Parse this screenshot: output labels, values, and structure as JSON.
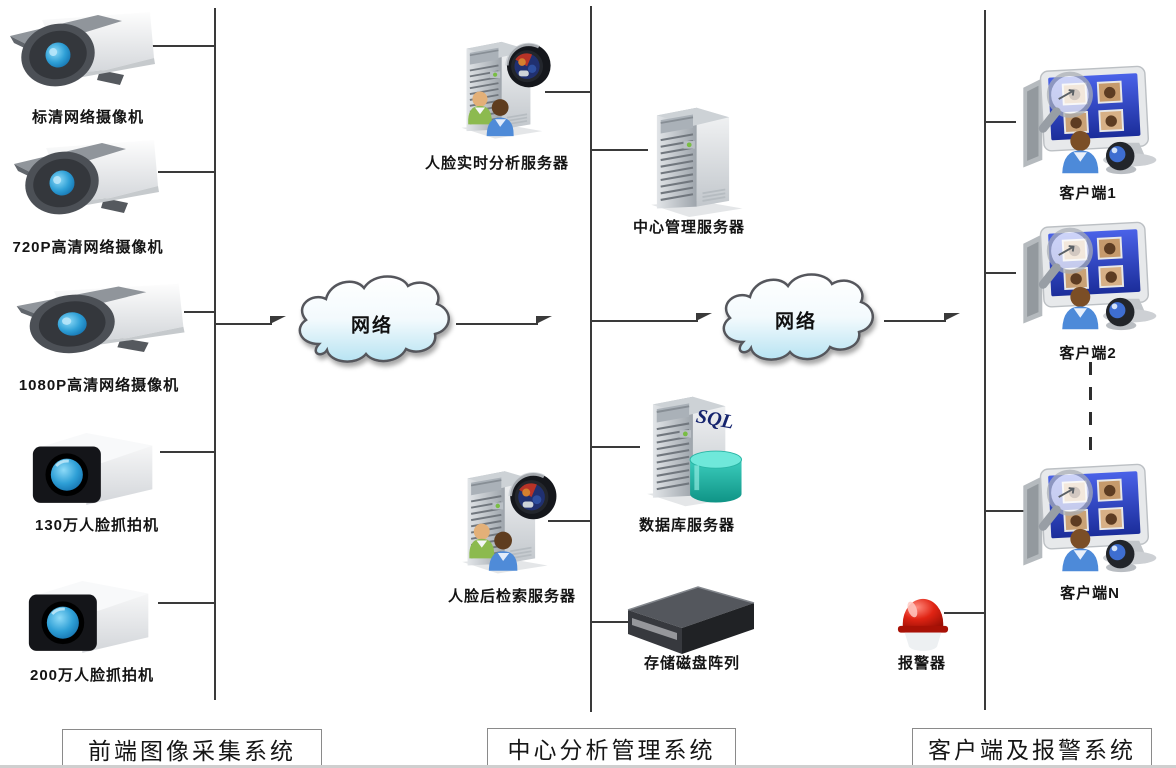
{
  "clouds": [
    {
      "label": "网络"
    },
    {
      "label": "网络"
    }
  ],
  "sections": [
    {
      "title": "前端图像采集系统",
      "devices": [
        {
          "label": "标清网络摄像机",
          "type": "bullet-camera"
        },
        {
          "label": "720P高清网络摄像机",
          "type": "bullet-camera"
        },
        {
          "label": "1080P高清网络摄像机",
          "type": "bullet-camera"
        },
        {
          "label": "130万人脸抓拍机",
          "type": "box-camera"
        },
        {
          "label": "200万人脸抓拍机",
          "type": "box-camera"
        }
      ]
    },
    {
      "title": "中心分析管理系统",
      "devices": [
        {
          "label": "人脸实时分析服务器",
          "type": "face-analysis-server"
        },
        {
          "label": "中心管理服务器",
          "type": "tower-server"
        },
        {
          "label": "数据库服务器",
          "type": "sql-database-server",
          "badge": "SQL"
        },
        {
          "label": "人脸后检索服务器",
          "type": "face-search-server"
        },
        {
          "label": "存储磁盘阵列",
          "type": "disk-array"
        }
      ]
    },
    {
      "title": "客户端及报警系统",
      "devices": [
        {
          "label": "客户端1",
          "type": "client-workstation"
        },
        {
          "label": "客户端2",
          "type": "client-workstation"
        },
        {
          "label": "客户端N",
          "type": "client-workstation"
        },
        {
          "label": "报警器",
          "type": "alarm-siren"
        }
      ]
    }
  ],
  "colors": {
    "line": "#3a3a3a",
    "cloud_fill": "#b7e3f2",
    "screen_blue": "#2b3fc6",
    "alarm_red": "#c4180c",
    "database_teal": "#2bbfae"
  }
}
